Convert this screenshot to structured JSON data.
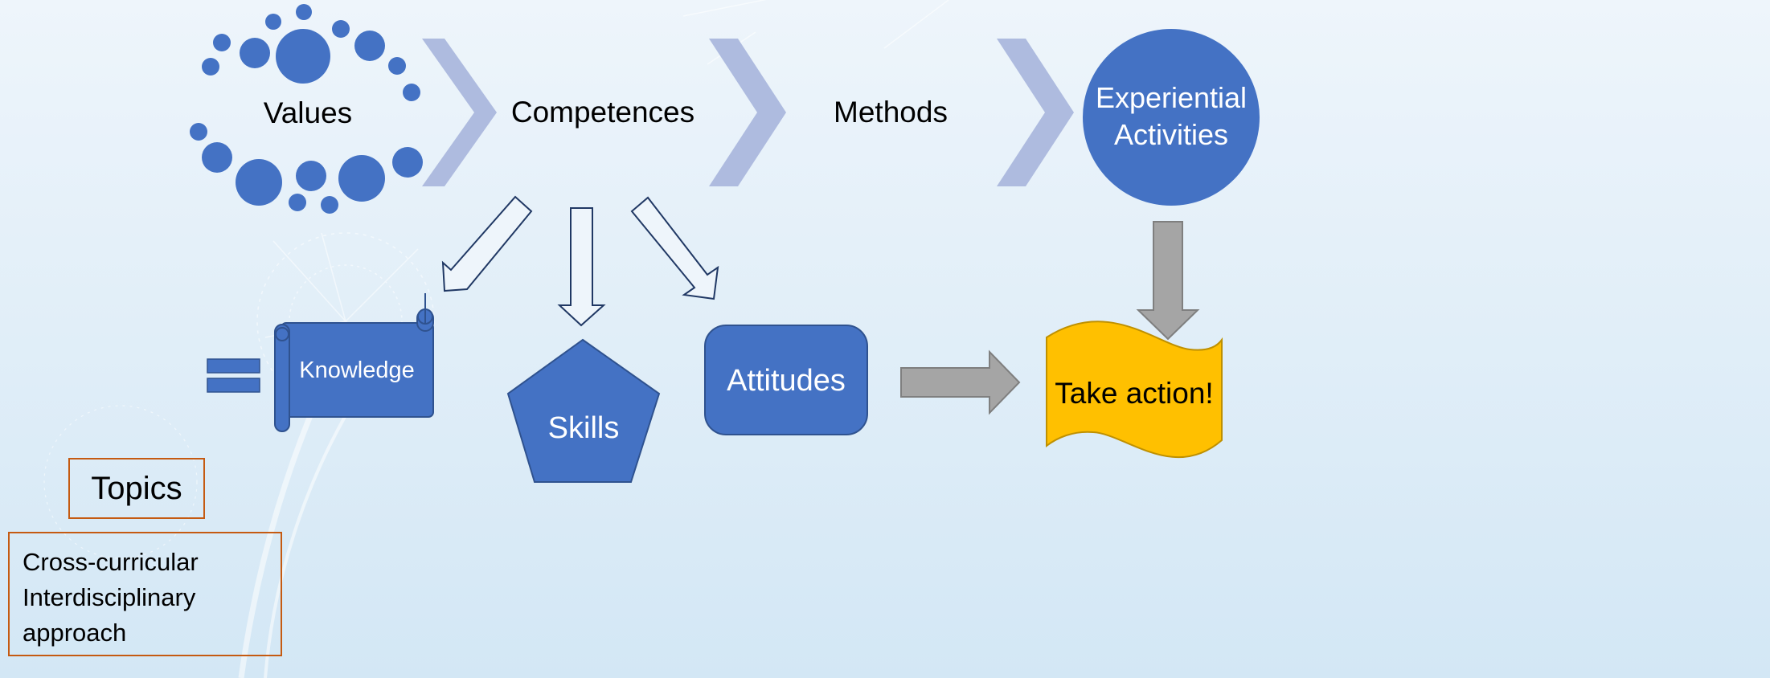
{
  "process": {
    "values": "Values",
    "competences": "Competences",
    "methods": "Methods",
    "experiential": [
      "Experiential",
      "Activities"
    ]
  },
  "outcomes": {
    "knowledge": "Knowledge",
    "skills": "Skills",
    "attitudes": "Attitudes",
    "take_action": "Take action!"
  },
  "context": {
    "topics": "Topics",
    "approach": [
      "Cross-curricular",
      "Interdisciplinary",
      "approach"
    ]
  },
  "colors": {
    "background_top": "#eef5fb",
    "background_bottom": "#d6e8f5",
    "primary_blue": "#4472c4",
    "chevron": "#aebbdf",
    "gray_arrow": "#a5a5a5",
    "gold": "#ffc000",
    "outline_navy": "#203864",
    "box_orange": "#c55a11"
  }
}
